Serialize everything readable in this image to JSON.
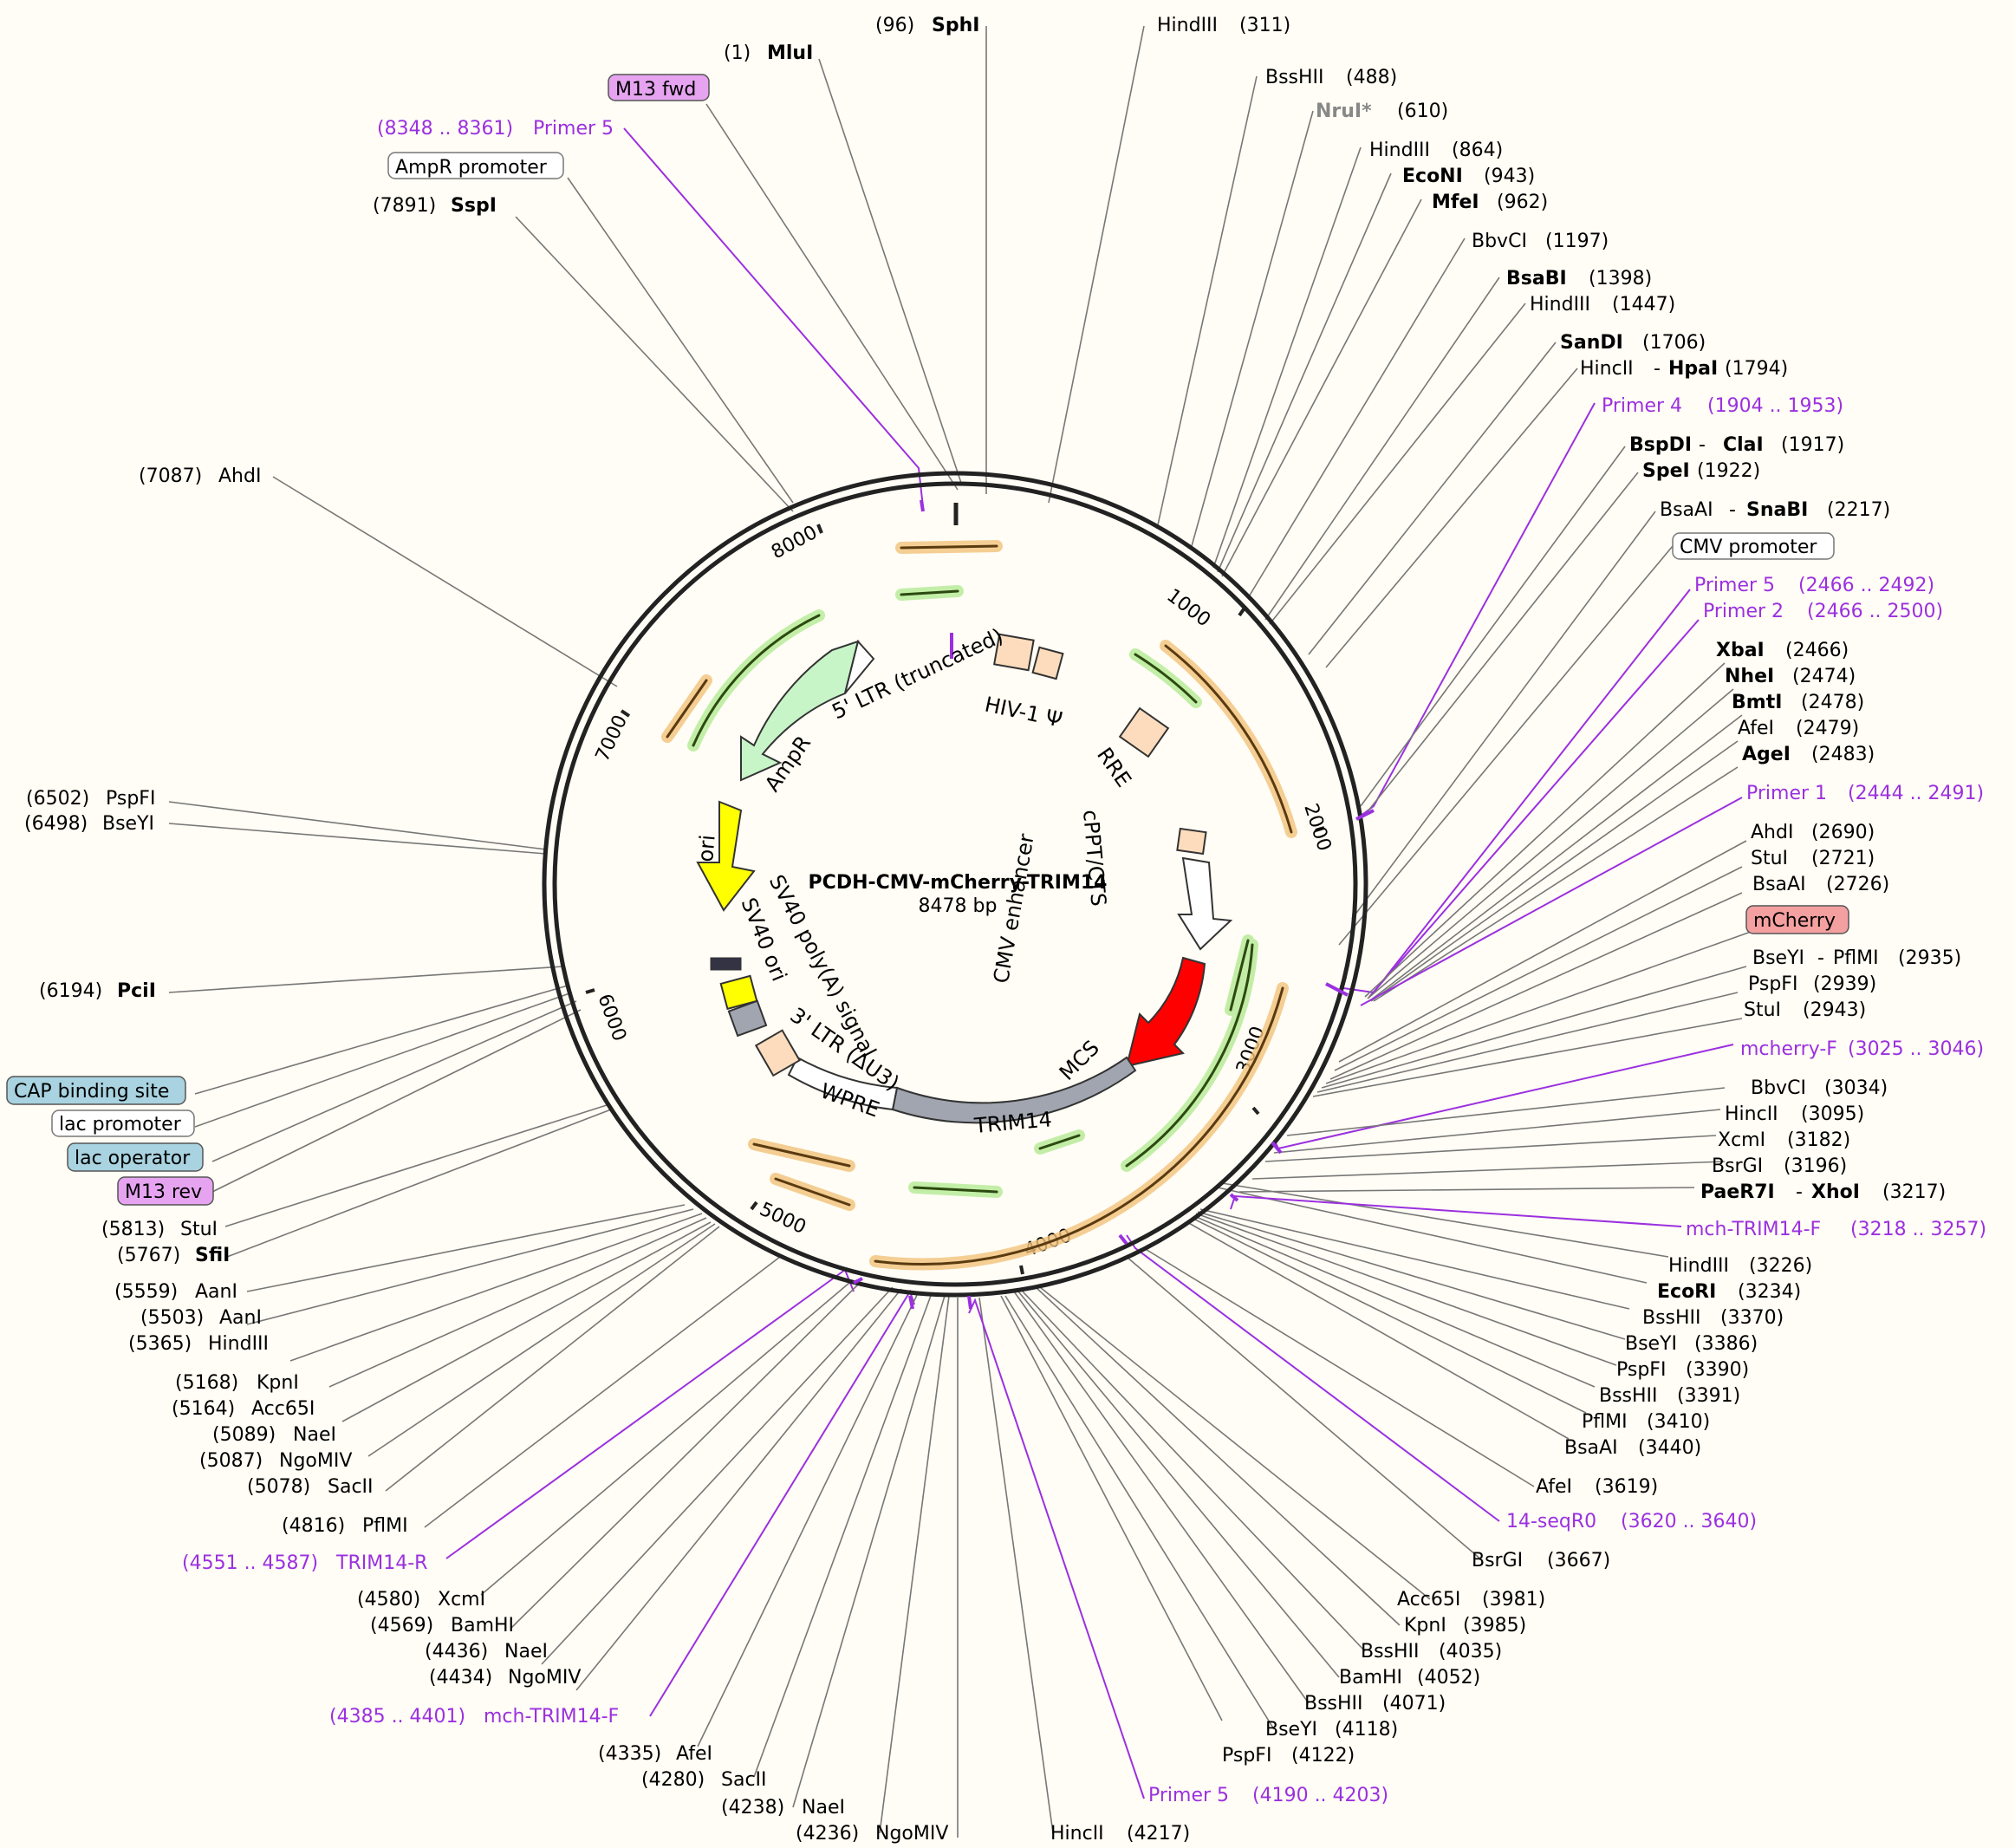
{
  "map": {
    "name": "PCDH-CMV-mCherry-TRIM14",
    "length": "8478 bp",
    "ticks": [
      "1000",
      "2000",
      "3000",
      "4000",
      "5000",
      "6000",
      "7000",
      "8000"
    ]
  },
  "colors": {
    "background": "#fffdf5",
    "backbone": "#222222",
    "primer": "#9b30e0",
    "feature_blue": "#a9d3e0",
    "feature_pink": "#e6a4f0",
    "feature_red": "#f5a0a0",
    "orf_orange": "#e8a030",
    "orf_green": "#6cc04a",
    "ampr": "#c8f5c8",
    "ori": "#ffff00",
    "mcherry_arrow": "#ff0000",
    "trim14": "#a0a5b0"
  },
  "inner_features": {
    "ltr5": "5' LTR (truncated)",
    "hiv": "HIV-1 Ψ",
    "rre": "RRE",
    "cppt": "cPPT/CTS",
    "cmv_enh": "CMV enhancer",
    "mcs": "MCS",
    "trim14": "TRIM14",
    "wpre": "WPRE",
    "ltr3": "3' LTR (ΔU3)",
    "sv40ori": "SV40 ori",
    "sv40pa": "SV40 poly(A) signal",
    "ori": "ori",
    "ampr": "AmpR"
  },
  "top_labels": {
    "sphi_pos": "(96)",
    "sphi": "SphI",
    "mlui_pos": "(1)",
    "mlui": "MluI",
    "m13fwd": "M13 fwd",
    "p5a_pos": "(8348 .. 8361)",
    "p5a": "Primer 5",
    "ampr_prom": "AmpR promoter",
    "sspi_pos": "(7891)",
    "sspi": "SspI",
    "ahdi_pos": "(7087)",
    "ahdi": "AhdI"
  },
  "left_labels": {
    "pspfi_pos": "(6502)",
    "pspfi": "PspFI",
    "bseyi_pos": "(6498)",
    "bseyi": "BseYI",
    "pcii_pos": "(6194)",
    "pcii": "PciI",
    "cap": "CAP binding site",
    "lacprom": "lac promoter",
    "lacop": "lac operator",
    "m13rev": "M13 rev",
    "stui_pos": "(5813)",
    "stui": "StuI",
    "sfii_pos": "(5767)",
    "sfii": "SfiI",
    "aani1_pos": "(5559)",
    "aani1": "AanI",
    "aani2_pos": "(5503)",
    "aani2": "AanI",
    "hind_pos": "(5365)",
    "hind": "HindIII",
    "kpni_pos": "(5168)",
    "kpni": "KpnI",
    "acc_pos": "(5164)",
    "acc": "Acc65I",
    "naei_pos": "(5089)",
    "naei": "NaeI",
    "ngo_pos": "(5087)",
    "ngo": "NgoMIV",
    "sacii_pos": "(5078)",
    "sacii": "SacII",
    "pflmi_pos": "(4816)",
    "pflmi": "PflMI",
    "trimr_pos": "(4551 .. 4587)",
    "trimr": "TRIM14-R",
    "xcmi_pos": "(4580)",
    "xcmi": "XcmI",
    "bamhi_pos": "(4569)",
    "bamhi": "BamHI",
    "naei2_pos": "(4436)",
    "naei2": "NaeI",
    "ngo2_pos": "(4434)",
    "ngo2": "NgoMIV",
    "mchf_pos": "(4385 .. 4401)",
    "mchf": "mch-TRIM14-F",
    "afei_pos": "(4335)",
    "afei": "AfeI",
    "sacii2_pos": "(4280)",
    "sacii2": "SacII",
    "naei3_pos": "(4238)",
    "naei3": "NaeI",
    "ngo3_pos": "(4236)",
    "ngo3": "NgoMIV"
  },
  "bottom_labels": {
    "hincii": "HincII",
    "hincii_pos": "(4217)",
    "p5": "Primer 5",
    "p5_pos": "(4190 .. 4203)",
    "pspfi": "PspFI",
    "pspfi_pos": "(4122)",
    "bseyi": "BseYI",
    "bseyi_pos": "(4118)",
    "bsshii1": "BssHII",
    "bsshii1_pos": "(4071)",
    "bamhi": "BamHI",
    "bamhi_pos": "(4052)",
    "bsshii2": "BssHII",
    "bsshii2_pos": "(4035)",
    "kpni": "KpnI",
    "kpni_pos": "(3985)",
    "acc": "Acc65I",
    "acc_pos": "(3981)",
    "bsrgi": "BsrGI",
    "bsrgi_pos": "(3667)",
    "seqr0": "14-seqR0",
    "seqr0_pos": "(3620 .. 3640)",
    "afei": "AfeI",
    "afei_pos": "(3619)",
    "bsaai": "BsaAI",
    "bsaai_pos": "(3440)",
    "pflmi": "PflMI",
    "pflmi_pos": "(3410)",
    "bsshii3": "BssHII",
    "bsshii3_pos": "(3391)",
    "pspfi2": "PspFI",
    "pspfi2_pos": "(3390)",
    "bseyi2": "BseYI",
    "bseyi2_pos": "(3386)",
    "bsshii4": "BssHII",
    "bsshii4_pos": "(3370)",
    "ecori": "EcoRI",
    "ecori_pos": "(3234)",
    "hind": "HindIII",
    "hind_pos": "(3226)"
  },
  "right_labels": {
    "hind1": "HindIII",
    "hind1_pos": "(311)",
    "bsshii": "BssHII",
    "bsshii_pos": "(488)",
    "nrui": "NruI*",
    "nrui_pos": "(610)",
    "hind2": "HindIII",
    "hind2_pos": "(864)",
    "econi": "EcoNI",
    "econi_pos": "(943)",
    "mfei": "MfeI",
    "mfei_pos": "(962)",
    "bbvci": "BbvCI",
    "bbvci_pos": "(1197)",
    "bsabi": "BsaBI",
    "bsabi_pos": "(1398)",
    "hind3": "HindIII",
    "hind3_pos": "(1447)",
    "sandi": "SanDI",
    "sandi_pos": "(1706)",
    "hincii": "HincII",
    "dash": "-",
    "hpai": "HpaI",
    "hpai_pos": "(1794)",
    "p4": "Primer 4",
    "p4_pos": "(1904 .. 1953)",
    "bspdi": "BspDI",
    "clai": "ClaI",
    "clai_pos": "(1917)",
    "spei": "SpeI",
    "spei_pos": "(1922)",
    "bsaai": "BsaAI",
    "snabi": "SnaBI",
    "snabi_pos": "(2217)",
    "cmvprom": "CMV promoter",
    "p5": "Primer 5",
    "p5_pos": "(2466 .. 2492)",
    "p2": "Primer 2",
    "p2_pos": "(2466 .. 2500)",
    "xbai": "XbaI",
    "xbai_pos": "(2466)",
    "nhei": "NheI",
    "nhei_pos": "(2474)",
    "bmti": "BmtI",
    "bmti_pos": "(2478)",
    "afei": "AfeI",
    "afei_pos": "(2479)",
    "agei": "AgeI",
    "agei_pos": "(2483)",
    "p1": "Primer 1",
    "p1_pos": "(2444 .. 2491)",
    "ahdi": "AhdI",
    "ahdi_pos": "(2690)",
    "stui": "StuI",
    "stui_pos": "(2721)",
    "bsaai2": "BsaAI",
    "bsaai2_pos": "(2726)",
    "mcherry": "mCherry",
    "bseyi": "BseYI",
    "pflmi": "PflMI",
    "pflmi_pos": "(2935)",
    "pspfi": "PspFI",
    "pspfi_pos": "(2939)",
    "stui2": "StuI",
    "stui2_pos": "(2943)",
    "mchf": "mcherry-F",
    "mchf_pos": "(3025 .. 3046)",
    "bbvci2": "BbvCI",
    "bbvci2_pos": "(3034)",
    "hincii2": "HincII",
    "hincii2_pos": "(3095)",
    "xcmi": "XcmI",
    "xcmi_pos": "(3182)",
    "bsrgi": "BsrGI",
    "bsrgi_pos": "(3196)",
    "paer7i": "PaeR7I",
    "xhoi": "XhoI",
    "xhoi_pos": "(3217)",
    "mchtf": "mch-TRIM14-F",
    "mchtf_pos": "(3218 .. 3257)"
  }
}
